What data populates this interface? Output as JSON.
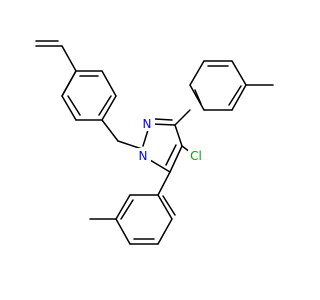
{
  "molecule": {
    "atoms": {
      "n2": {
        "label": "N",
        "color": "#0000ff"
      },
      "n1": {
        "label": "N",
        "color": "#0000ff"
      },
      "cl": {
        "label": "Cl",
        "color": "#00aa00"
      }
    }
  }
}
